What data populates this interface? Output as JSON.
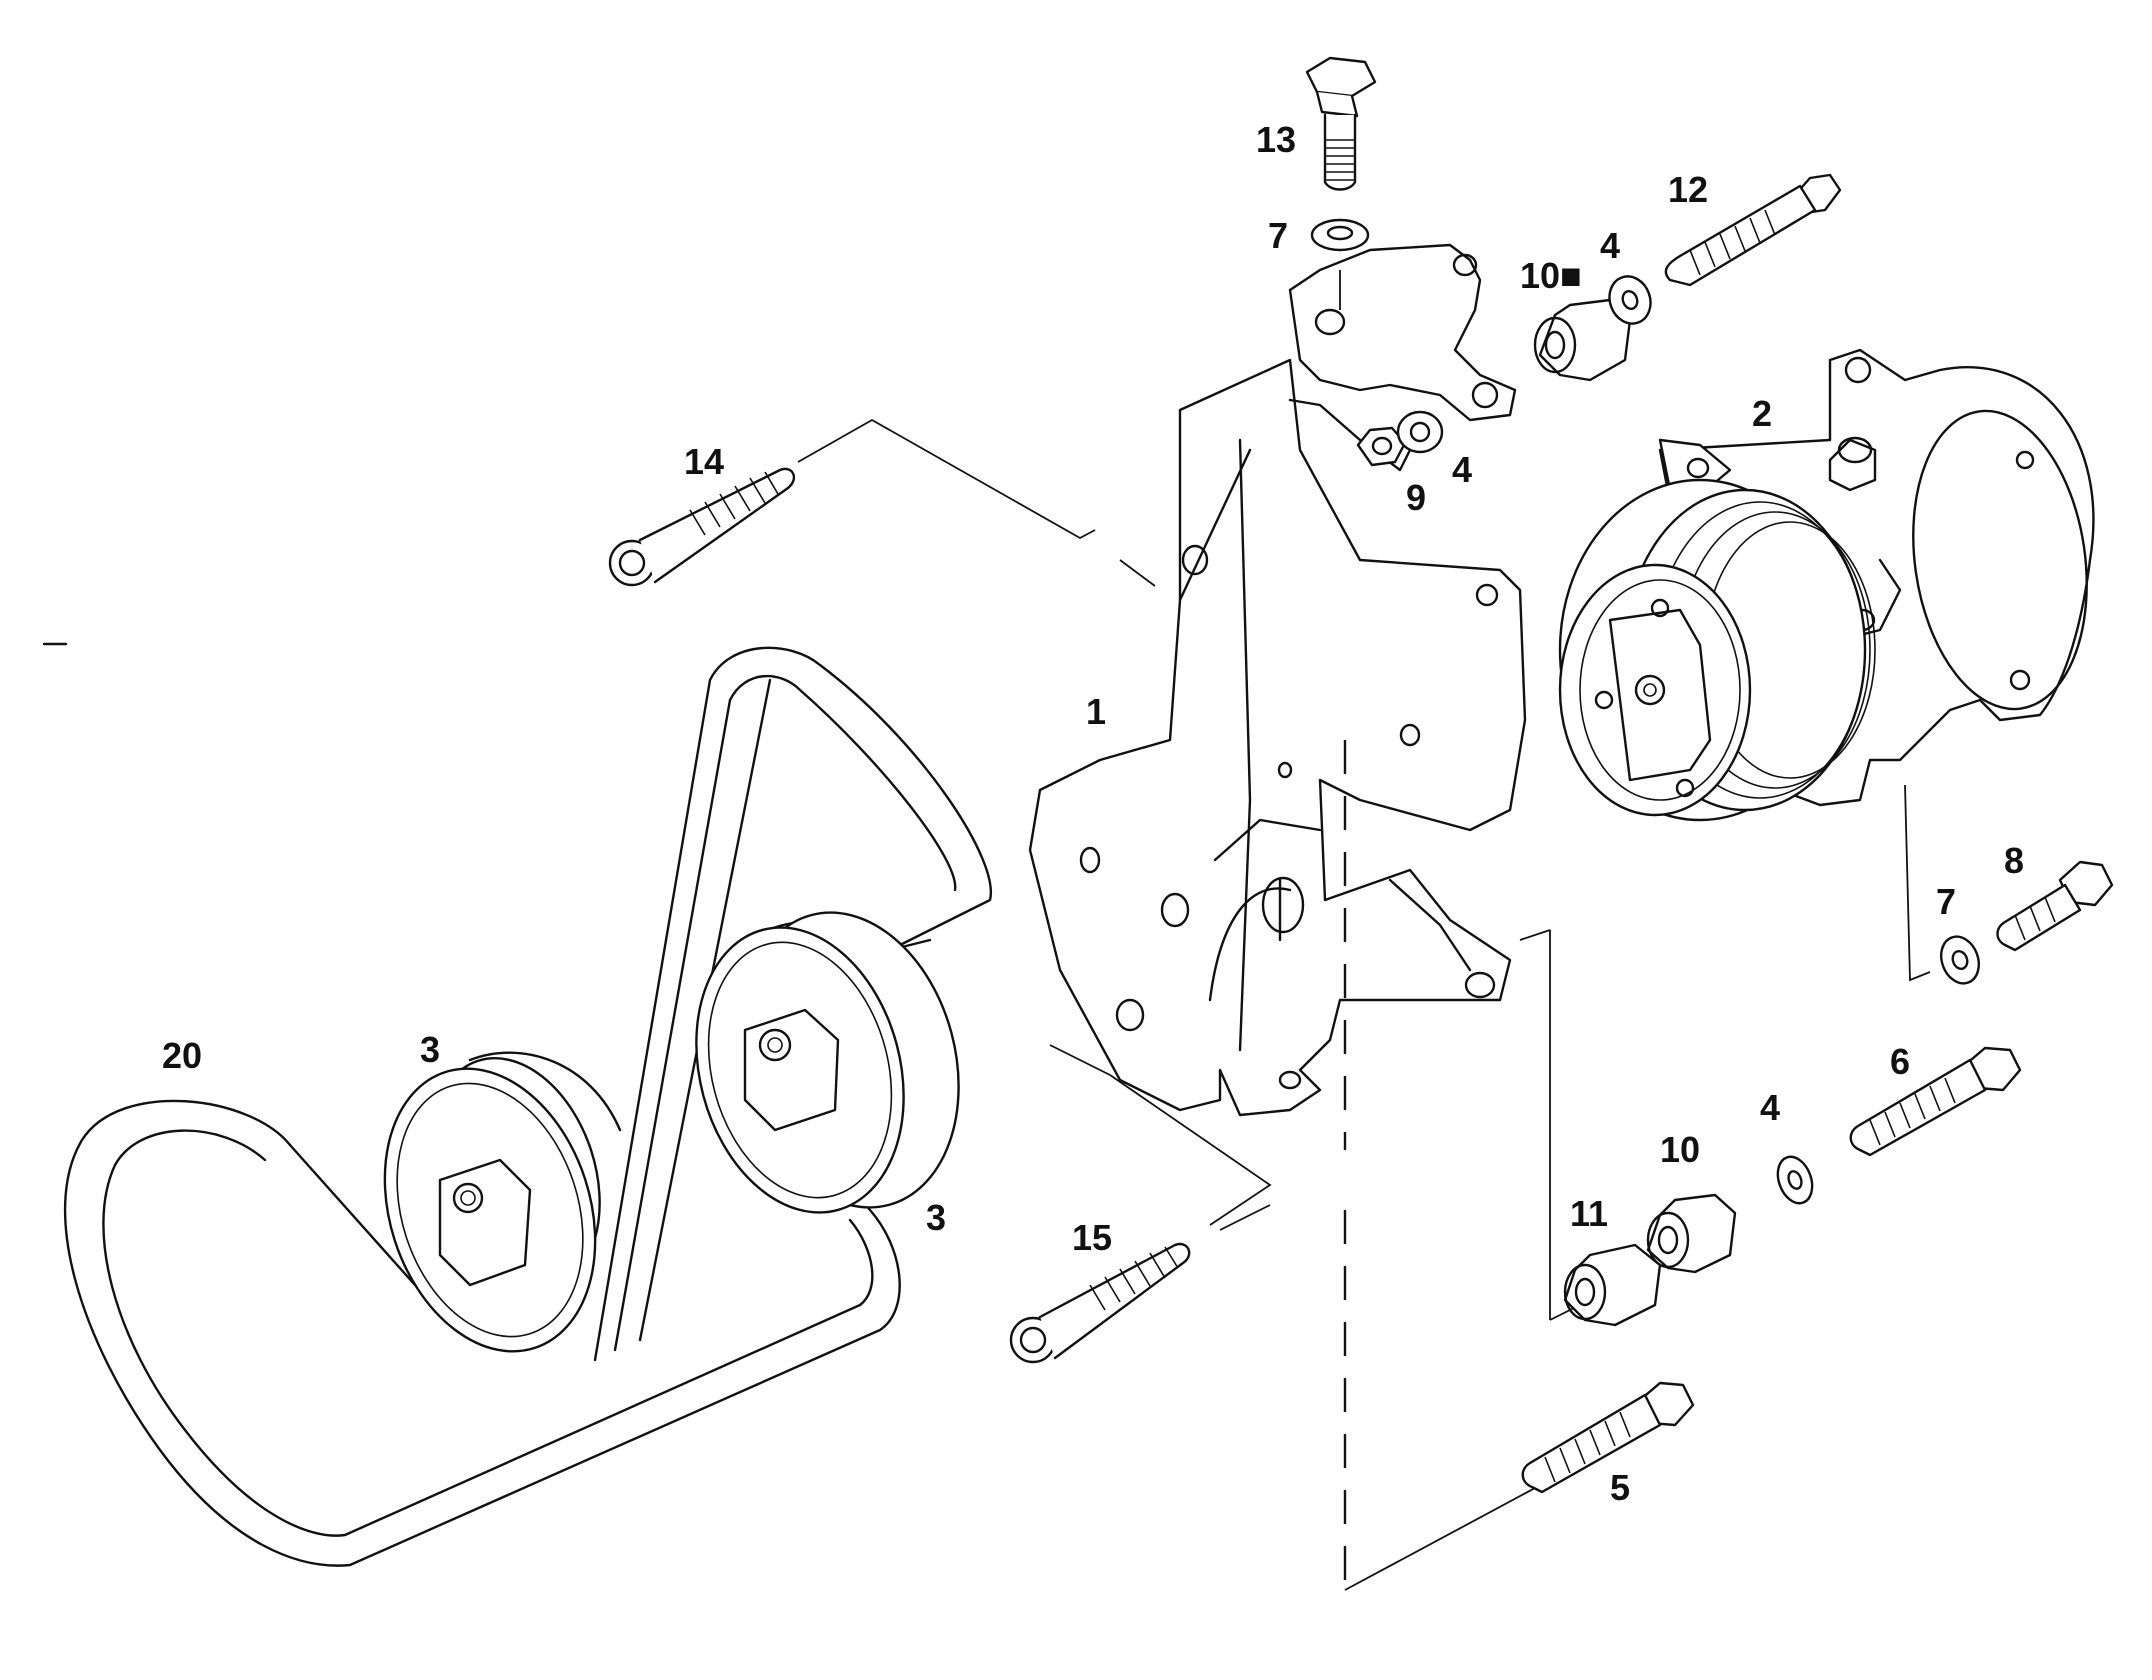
{
  "parts": [
    {
      "id": "part-1",
      "label": "1"
    },
    {
      "id": "part-2",
      "label": "2"
    },
    {
      "id": "part-3a",
      "label": "3"
    },
    {
      "id": "part-3b",
      "label": "3"
    },
    {
      "id": "part-4a",
      "label": "4"
    },
    {
      "id": "part-4b",
      "label": "4"
    },
    {
      "id": "part-4c",
      "label": "4"
    },
    {
      "id": "part-5",
      "label": "5"
    },
    {
      "id": "part-6",
      "label": "6"
    },
    {
      "id": "part-7a",
      "label": "7"
    },
    {
      "id": "part-7b",
      "label": "7"
    },
    {
      "id": "part-8",
      "label": "8"
    },
    {
      "id": "part-9",
      "label": "9"
    },
    {
      "id": "part-10a",
      "label": "10■"
    },
    {
      "id": "part-10b",
      "label": "10"
    },
    {
      "id": "part-11",
      "label": "11"
    },
    {
      "id": "part-12",
      "label": "12"
    },
    {
      "id": "part-13",
      "label": "13"
    },
    {
      "id": "part-14",
      "label": "14"
    },
    {
      "id": "part-15",
      "label": "15"
    },
    {
      "id": "part-20",
      "label": "20"
    }
  ]
}
